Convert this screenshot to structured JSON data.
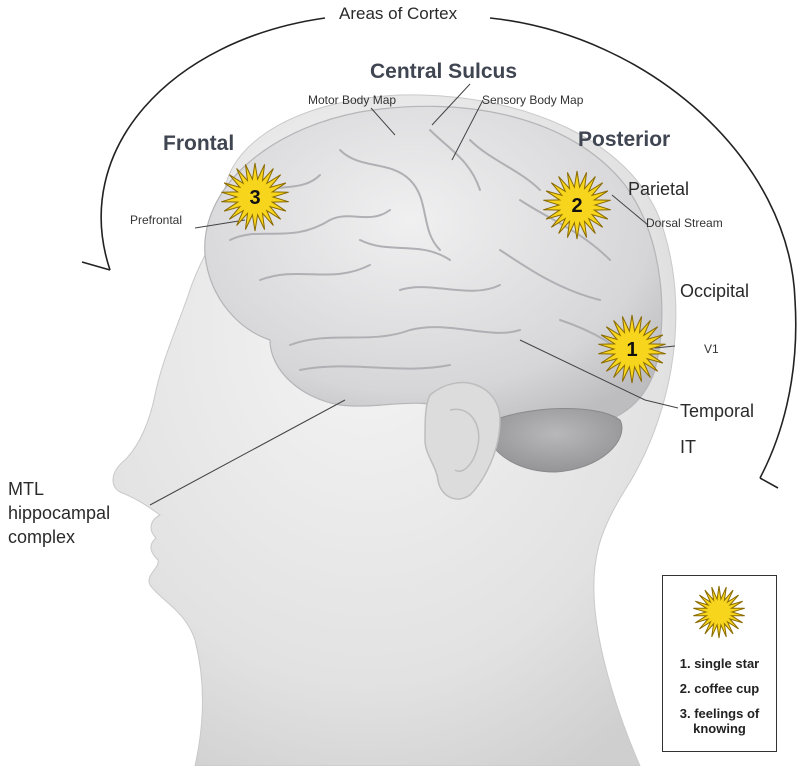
{
  "title": "Areas of Cortex",
  "regions": {
    "central_sulcus": "Central Sulcus",
    "frontal": "Frontal",
    "posterior": "Posterior",
    "motor_body_map": "Motor Body Map",
    "sensory_body_map": "Sensory Body Map",
    "prefrontal": "Prefrontal",
    "parietal": "Parietal",
    "dorsal_stream": "Dorsal Stream",
    "occipital": "Occipital",
    "v1": "V1",
    "temporal": "Temporal",
    "it": "IT",
    "mtl_line1": "MTL",
    "mtl_line2": "hippocampal",
    "mtl_line3": "complex"
  },
  "stars": [
    {
      "number": "3"
    },
    {
      "number": "2"
    },
    {
      "number": "1"
    }
  ],
  "legend": {
    "items": [
      "1. single star",
      "2. coffee cup",
      "3. feelings of knowing"
    ],
    "item3_line1": "3. feelings of",
    "item3_line2": "knowing"
  },
  "colors": {
    "star_fill": "#f7d51d",
    "star_stroke": "#8a6a00",
    "head_fill": "#e6e6e6",
    "brain_fill": "#d7d7d9",
    "line": "#222222"
  }
}
